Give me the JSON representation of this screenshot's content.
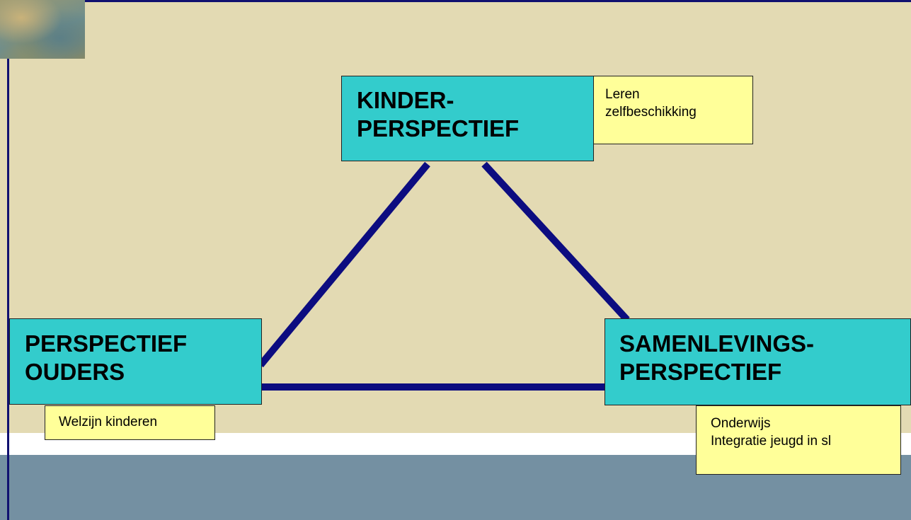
{
  "diagram": {
    "nodes": {
      "kinder": {
        "lines": [
          "KINDER-",
          "PERSPECTIEF"
        ]
      },
      "ouders": {
        "lines": [
          "PERSPECTIEF",
          "OUDERS"
        ]
      },
      "samenleving": {
        "lines": [
          "SAMENLEVINGS-",
          "PERSPECTIEF"
        ]
      }
    },
    "notes": {
      "kinder": {
        "lines": [
          "Leren",
          "zelfbeschikking"
        ]
      },
      "ouders": {
        "lines": [
          "Welzijn kinderen"
        ]
      },
      "samenleving": {
        "lines": [
          "Onderwijs",
          "Integratie jeugd in sl"
        ]
      }
    },
    "colors": {
      "background": "#e3dab3",
      "node_fill": "#33cccc",
      "note_fill": "#ffff99",
      "connector": "#0c0c80",
      "footer": "#7490a2"
    }
  }
}
